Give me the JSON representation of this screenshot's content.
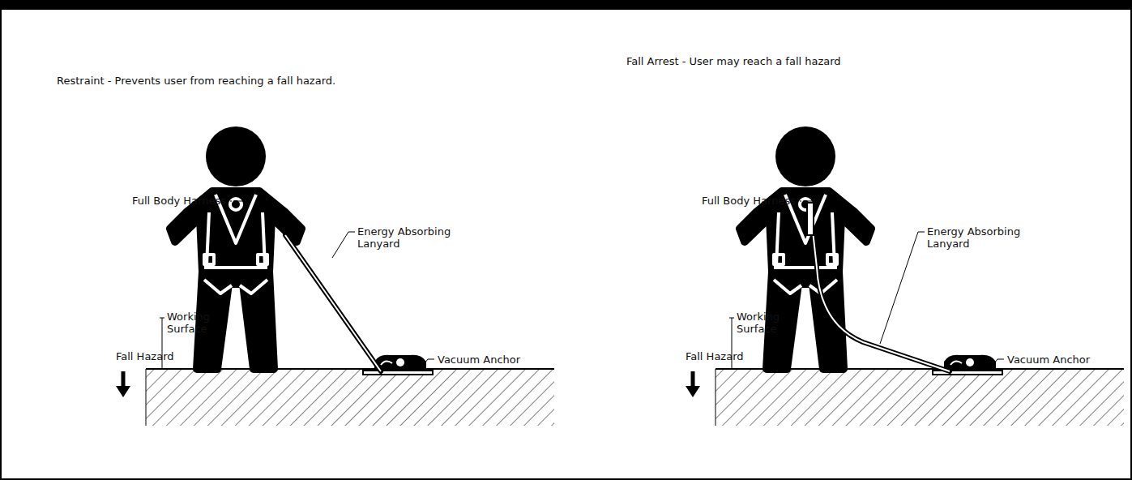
{
  "diagram": {
    "labels": [
      "Restraint - Prevents user from reaching a fall hazard.",
      "Fall Arrest - User may reach a fall hazard",
      "Full Body Harness",
      "Energy Absorbing Lanyard",
      "Working Surface",
      "Vacuum Anchor",
      "Fall Hazard",
      "Full Body Harness",
      "Energy Absorbing Lanyard",
      "Working Surface",
      "Vacuum Anchor",
      "Fall Hazard"
    ]
  }
}
